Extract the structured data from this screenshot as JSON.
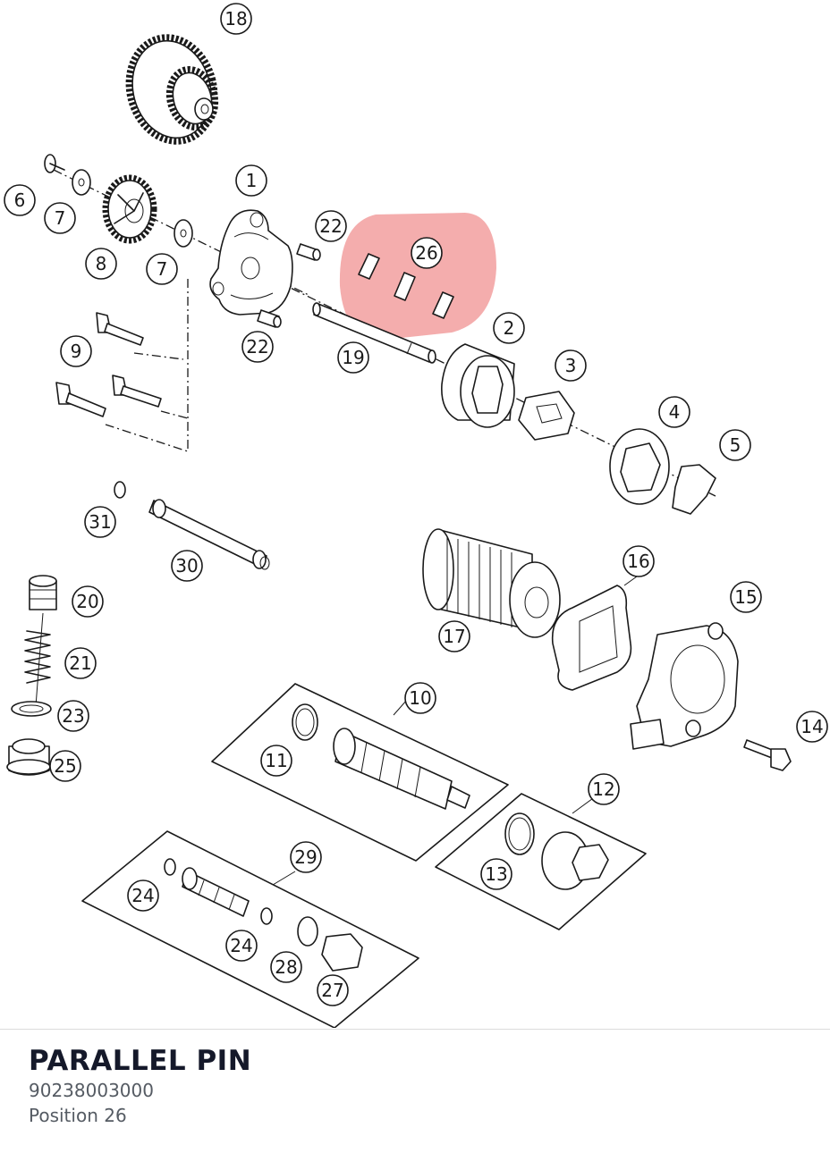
{
  "part": {
    "name": "PARALLEL PIN",
    "number": "90238003000",
    "position": "Position 26"
  },
  "diagram": {
    "highlight_color": "#f08a8a",
    "callouts": [
      "1",
      "2",
      "3",
      "4",
      "5",
      "6",
      "7",
      "7",
      "8",
      "9",
      "10",
      "11",
      "12",
      "13",
      "14",
      "15",
      "16",
      "17",
      "18",
      "19",
      "20",
      "21",
      "22",
      "22",
      "23",
      "24",
      "24",
      "25",
      "26",
      "27",
      "28",
      "29",
      "30",
      "31"
    ],
    "selected_callout": "26"
  }
}
